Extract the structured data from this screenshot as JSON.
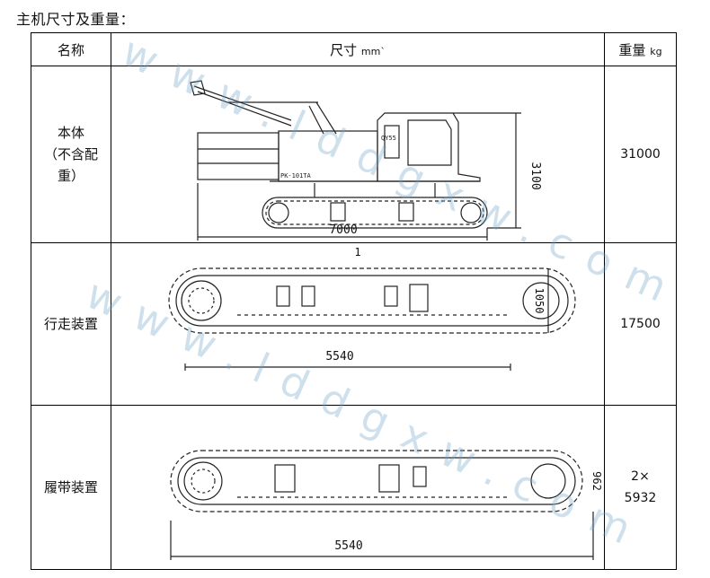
{
  "heading": "主机尺寸及重量：",
  "table": {
    "headers": {
      "name": "名称",
      "dimension": "尺寸",
      "dimension_unit": "mm`",
      "weight": "重量",
      "weight_unit": "kg"
    },
    "rows": [
      {
        "name_lines": [
          "本体",
          "（不含配",
          "重）"
        ],
        "weight_lines": [
          "31000"
        ],
        "drawing": {
          "length": "7000",
          "height": "3100",
          "label_top": "QY55",
          "label_side": "PK-101TA"
        }
      },
      {
        "name_lines": [
          "行走装置"
        ],
        "weight_lines": [
          "17500"
        ],
        "drawing": {
          "length": "5540",
          "height": "1050",
          "top_mark": "1"
        }
      },
      {
        "name_lines": [
          "履带装置"
        ],
        "weight_lines": [
          "2×",
          "5932"
        ],
        "drawing": {
          "length": "5540",
          "height": "962"
        }
      }
    ]
  },
  "watermark": "www.lddgxw.com"
}
